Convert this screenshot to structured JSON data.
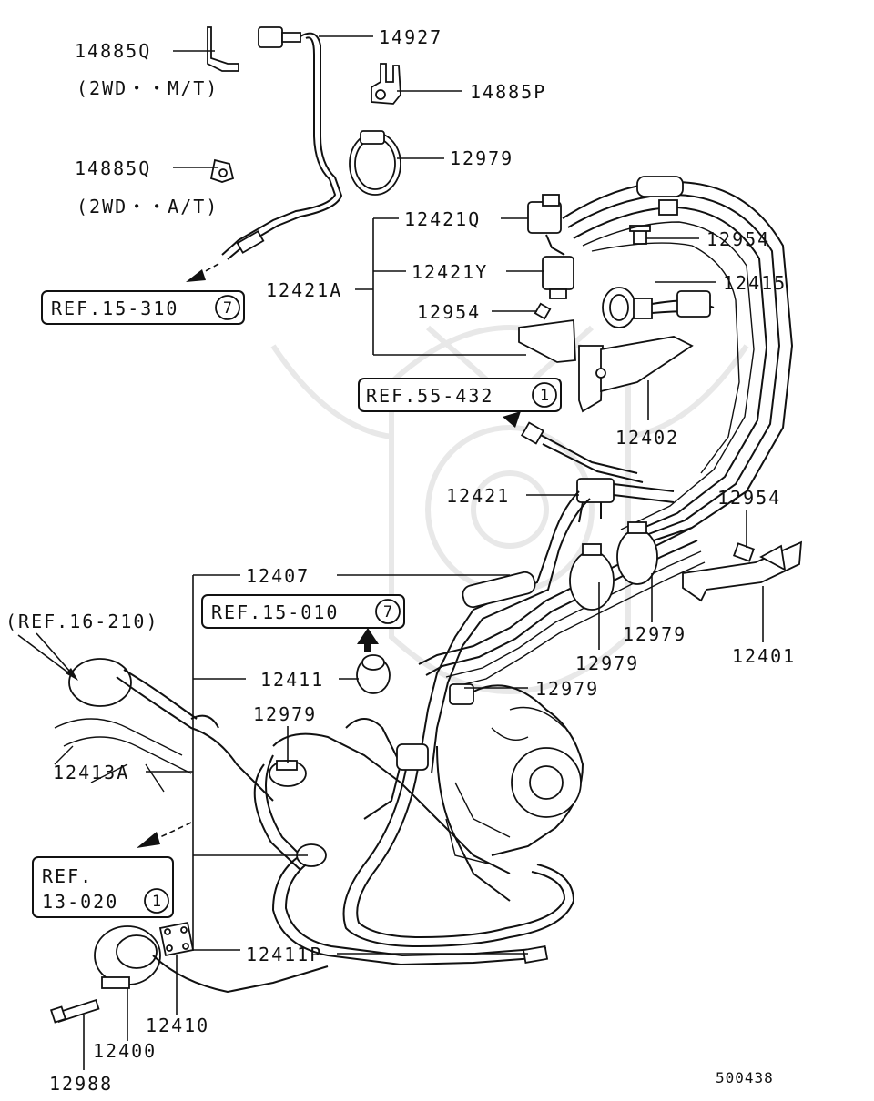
{
  "parts": {
    "p14927": "14927",
    "p14885q_mt": "14885Q",
    "note_mt": "(2WD・・M/T)",
    "p14885p": "14885P",
    "p12979_top": "12979",
    "p14885q_at": "14885Q",
    "note_at": "(2WD・・A/T)",
    "p12421q": "12421Q",
    "p12954_top": "12954",
    "p12421y": "12421Y",
    "p12421a": "12421A",
    "p12415": "12415",
    "p12954_mid": "12954",
    "p12402": "12402",
    "p12421": "12421",
    "p12954_right": "12954",
    "p12407": "12407",
    "p12979_right": "12979",
    "p12401": "12401",
    "p12979_center": "12979",
    "p12411": "12411",
    "p12979_mid": "12979",
    "p12979_left": "12979",
    "p12413a": "12413A",
    "p12411p": "12411P",
    "p12410": "12410",
    "p12400": "12400",
    "p12988": "12988"
  },
  "refs": {
    "ref_15_310": {
      "text": "REF.15-310",
      "circle": "7"
    },
    "ref_55_432": {
      "text": "REF.55-432",
      "circle": "1"
    },
    "ref_15_010": {
      "text": "REF.15-010",
      "circle": "7"
    },
    "ref_16_210": {
      "text": "(REF.16-210)"
    },
    "ref_13_020": {
      "line1": "REF.",
      "line2": "13-020",
      "circle": "1"
    }
  },
  "diagram_id": "500438"
}
